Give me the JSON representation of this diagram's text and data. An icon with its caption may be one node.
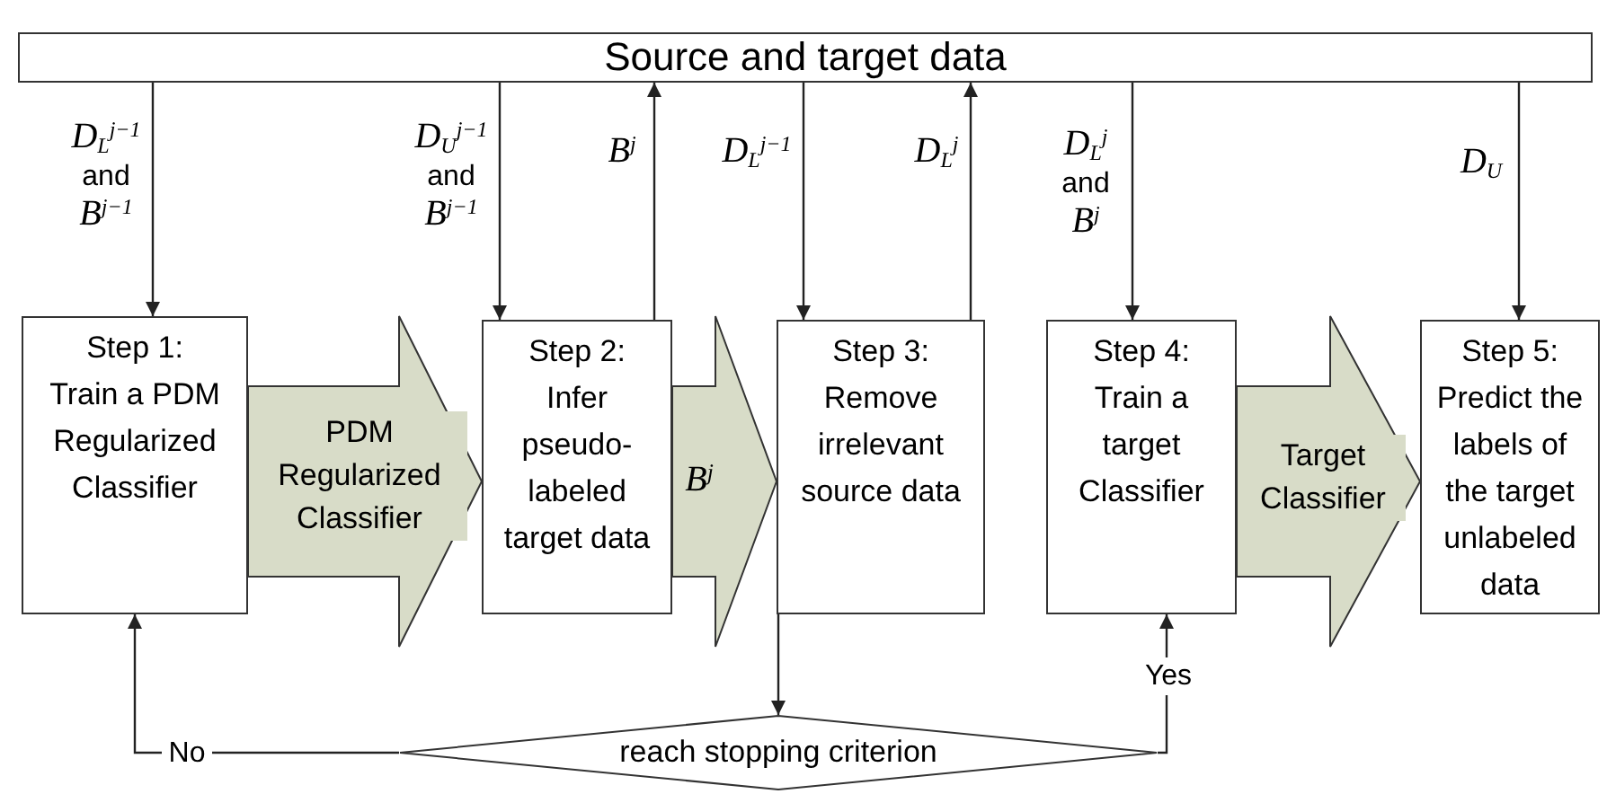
{
  "diagram": {
    "nodes": [
      {
        "text": [
          "Source and target data"
        ]
      },
      {
        "text": [
          "Step 1:",
          "Train a PDM Regularized Classifier"
        ]
      },
      {
        "text": [
          "Step 2:",
          "Infer pseudo-labeled target data"
        ]
      },
      {
        "text": [
          "Step 3:",
          "Remove irrelevant source data"
        ]
      },
      {
        "text": [
          "Step 4:",
          "Train a target Classifier"
        ]
      },
      {
        "text": [
          "Step 5:",
          "Predict the labels of the target unlabeled data"
        ]
      },
      {
        "text": [
          "reach stopping criterion"
        ]
      }
    ],
    "edges": [
      {
        "from": 0,
        "to": 1,
        "arrow": "to",
        "label": "*D*$_{L}$$^{j−1}$ and *B*$^{j−1}$"
      },
      {
        "from": 0,
        "to": 2,
        "arrow": "to",
        "label": "*D*$_{U}$$^{j−1}$ and *B*$^{j−1}$"
      },
      {
        "from": 2,
        "to": 0,
        "arrow": "to",
        "label": "*B*$^{j}$"
      },
      {
        "from": 0,
        "to": 3,
        "arrow": "to",
        "label": "*D*$_{L}$$^{j−1}$"
      },
      {
        "from": 3,
        "to": 0,
        "arrow": "to",
        "label": "*D*$_{L}$$^{j}$"
      },
      {
        "from": 0,
        "to": 4,
        "arrow": "to",
        "label": "*D*$_{L}$$^{j}$ and *B*$^{j}$"
      },
      {
        "from": 0,
        "to": 5,
        "arrow": "to",
        "label": "*D*$_{U}$"
      },
      {
        "from": 3,
        "to": 6,
        "arrow": "to"
      },
      {
        "from": 6,
        "to": 1,
        "arrow": "to",
        "label": "No"
      },
      {
        "from": 6,
        "to": 4,
        "arrow": "to",
        "label": "Yes"
      },
      {
        "from": 1,
        "to": 2,
        "arrow": "to",
        "label": "PDM Regularized Classifier",
        "style": "thick",
        "color": "#d8dcc8"
      },
      {
        "from": 2,
        "to": 3,
        "arrow": "to",
        "label": "*B*$^{j}$",
        "style": "thick",
        "color": "#d8dcc8"
      },
      {
        "from": 4,
        "to": 5,
        "arrow": "to",
        "label": "Target Classifier",
        "style": "thick",
        "color": "#d8dcc8"
      }
    ]
  }
}
